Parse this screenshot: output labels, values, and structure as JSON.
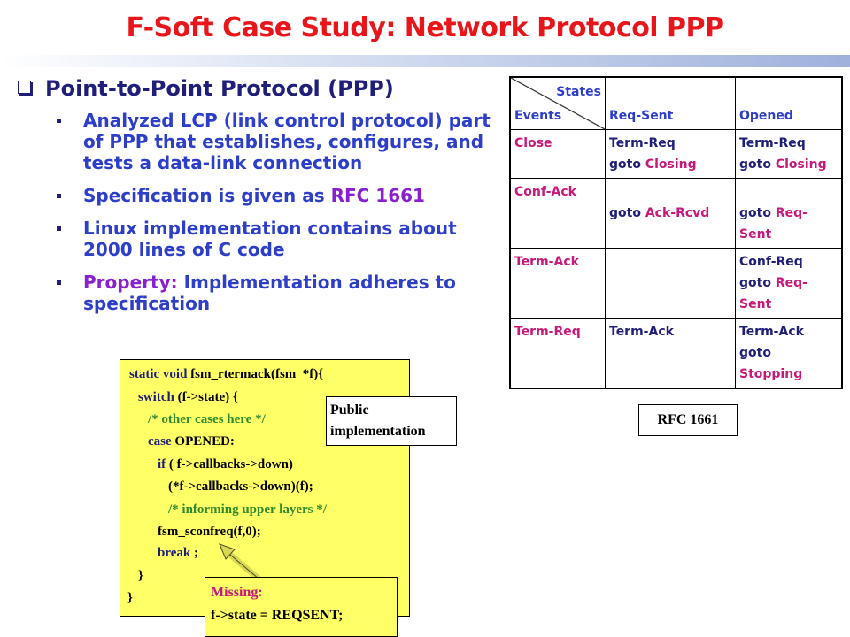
{
  "title": "F-Soft Case Study: Network Protocol PPP",
  "main_bullet": "Point-to-Point Protocol (PPP)",
  "bullets": {
    "b1": "Analyzed LCP (link control protocol) part of PPP that establishes, configures, and tests a data-link connection",
    "b2_prefix": "Specification is given as ",
    "b2_highlight": "RFC 1661",
    "b3": "Linux implementation contains about 2000 lines of C code",
    "b4_highlight": "Property:",
    "b4_rest": " Implementation adheres to specification"
  },
  "fsm_table": {
    "states_label": "States",
    "events_label": "Events",
    "col_req_sent": "Req-Sent",
    "col_opened": "Opened",
    "rows": [
      {
        "event": "Close",
        "req_sent_1": "Term-Req",
        "req_sent_goto": "goto ",
        "req_sent_target": "Closing",
        "opened_1": "Term-Req",
        "opened_goto": "goto ",
        "opened_target": "Closing"
      },
      {
        "event": "Conf-Ack",
        "req_sent_goto": "goto ",
        "req_sent_target": "Ack-Rcvd",
        "opened_goto": "goto ",
        "opened_target": "Req-Sent"
      },
      {
        "event": "Term-Ack",
        "opened_1": "Conf-Req",
        "opened_goto": "goto ",
        "opened_target": "Req-Sent"
      },
      {
        "event": "Term-Req",
        "req_sent_1": "Term-Ack",
        "opened_1": "Term-Ack",
        "opened_goto": "goto",
        "opened_target": "Stopping"
      }
    ]
  },
  "code": {
    "l1_kw": "static void",
    "l1_rest": " fsm_rtermack(fsm  *f){",
    "l2_kw": "switch",
    "l2_rest": " (f->state) {",
    "l3": "/* other cases here */",
    "l4_kw": "case",
    "l4_rest": " OPENED:",
    "l5_kw": "if",
    "l5_rest": " ( f->callbacks->down)",
    "l6": "(*f->callbacks->down)(f);",
    "l7": "/* informing upper layers */",
    "l8": "fsm_sconfreq(f,0);",
    "l9_kw": "break",
    "l9_rest": " ;",
    "l10": "}",
    "l11": "}"
  },
  "public_box": {
    "line1": "Public",
    "line2": "implementation"
  },
  "rfc_box": "RFC 1661",
  "missing_box": {
    "title": "Missing:",
    "code": "f->state = REQSENT;"
  },
  "colors": {
    "title": "#e8161b",
    "bullet_text": "#2d3ec8",
    "highlight": "#8a1fd1",
    "state_target": "#c8197a",
    "code_bg": "#ffff66",
    "comment": "#2e8b2e"
  }
}
